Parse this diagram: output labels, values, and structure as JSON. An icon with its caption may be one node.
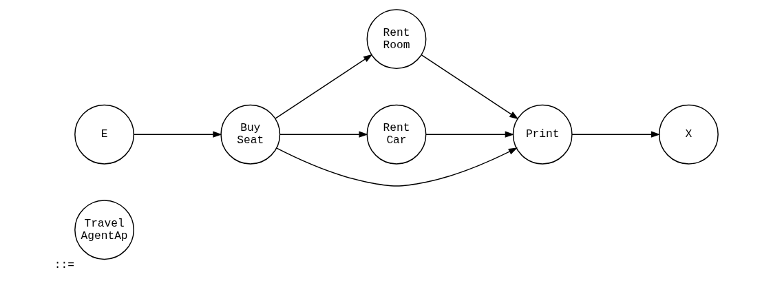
{
  "diagram": {
    "nodes": [
      {
        "text": [
          "Travel AgentAp"
        ],
        "beside": [
          "::="
        ]
      },
      {
        "text": [
          "E"
        ]
      },
      {
        "text": [
          "Buy Seat"
        ]
      },
      {
        "text": [
          "Rent Room"
        ]
      },
      {
        "text": [
          "Rent Car"
        ]
      },
      {
        "text": [
          "Print"
        ]
      },
      {
        "text": [
          "X"
        ]
      }
    ],
    "edges": [
      {
        "from": 1,
        "to": 2,
        "arrow": "to"
      },
      {
        "from": 2,
        "to": 3,
        "arrow": "to"
      },
      {
        "from": 2,
        "to": 5,
        "arrow": "to"
      },
      {
        "from": 2,
        "to": 4,
        "arrow": "to"
      },
      {
        "from": 3,
        "to": 5,
        "arrow": "to"
      },
      {
        "from": 4,
        "to": 5,
        "arrow": "to"
      },
      {
        "from": 5,
        "to": 6,
        "arrow": "to"
      }
    ]
  }
}
